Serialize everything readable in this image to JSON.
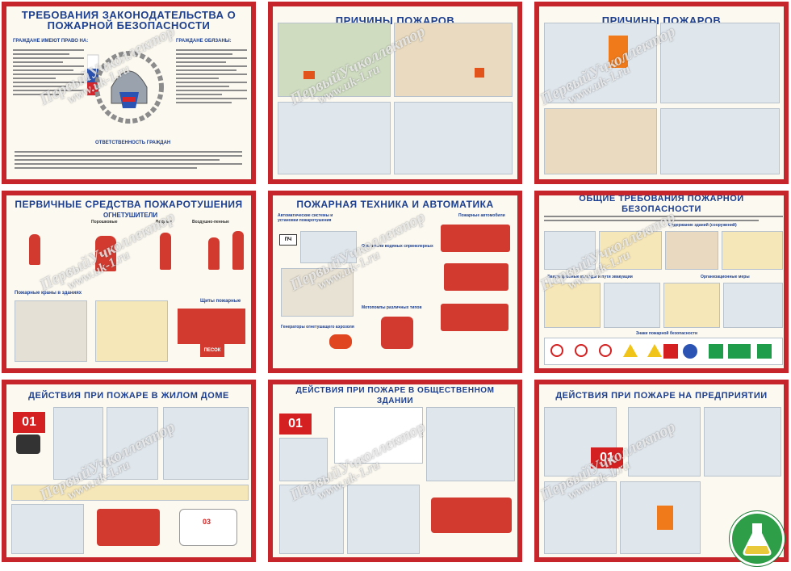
{
  "posters": [
    {
      "title": "ТРЕБОВАНИЯ ЗАКОНОДАТЕЛЬСТВА О ПОЖАРНОЙ БЕЗОПАСНОСТИ",
      "sub_left": "ГРАЖДАНЕ ИМЕЮТ ПРАВО НА:",
      "sub_right": "ГРАЖДАНЕ ОБЯЗАНЫ:",
      "sub_bottom": "ОТВЕТСТВЕННОСТЬ ГРАЖДАН"
    },
    {
      "title": "ПРИЧИНЫ ПОЖАРОВ"
    },
    {
      "title": "ПРИЧИНЫ ПОЖАРОВ"
    },
    {
      "title": "ПЕРВИЧНЫЕ СРЕДСТВА ПОЖАРОТУШЕНИЯ",
      "sub": "ОГНЕТУШИТЕЛИ",
      "label1": "Порошковые",
      "label2": "Водные",
      "label3": "Воздушно-пенные",
      "label4": "Пожарные краны в зданиях",
      "label5": "Щиты пожарные",
      "label6": "ПЕСОК"
    },
    {
      "title": "ПОЖАРНАЯ ТЕХНИКА И АВТОМАТИКА",
      "sub1": "Автоматические системы и установки пожаротушения",
      "sub2": "Пожарные автомобили",
      "sub3": "Оросители водяных спринклерных",
      "sub4": "Мотопомпы различных типов",
      "sub5": "Генераторы огнетушащего аэрозоля",
      "tag": "ПЧ"
    },
    {
      "title": "ОБЩИЕ ТРЕБОВАНИЯ ПОЖАРНОЙ БЕЗОПАСНОСТИ",
      "sub1": "Содержание зданий (сооружений)",
      "sub2": "Эвакуационные выходы и пути эвакуации",
      "sub3": "Организационные меры",
      "sub4": "Знаки пожарной безопасности"
    },
    {
      "title": "ДЕЙСТВИЯ ПРИ ПОЖАРЕ В ЖИЛОМ ДОМЕ",
      "num": "01",
      "car": "03"
    },
    {
      "title": "ДЕЙСТВИЯ ПРИ ПОЖАРЕ В ОБЩЕСТВЕННОМ ЗДАНИИ",
      "num": "01"
    },
    {
      "title": "ДЕЙСТВИЯ ПРИ ПОЖАРЕ НА ПРЕДПРИЯТИИ",
      "num": "01"
    }
  ],
  "watermark": {
    "line1": "ПервыйУчколлектор",
    "line2": "www.uk-1.ru"
  },
  "colors": {
    "frame": "#c6262b",
    "title": "#1d3f8f",
    "logo": "#2e9e48"
  }
}
